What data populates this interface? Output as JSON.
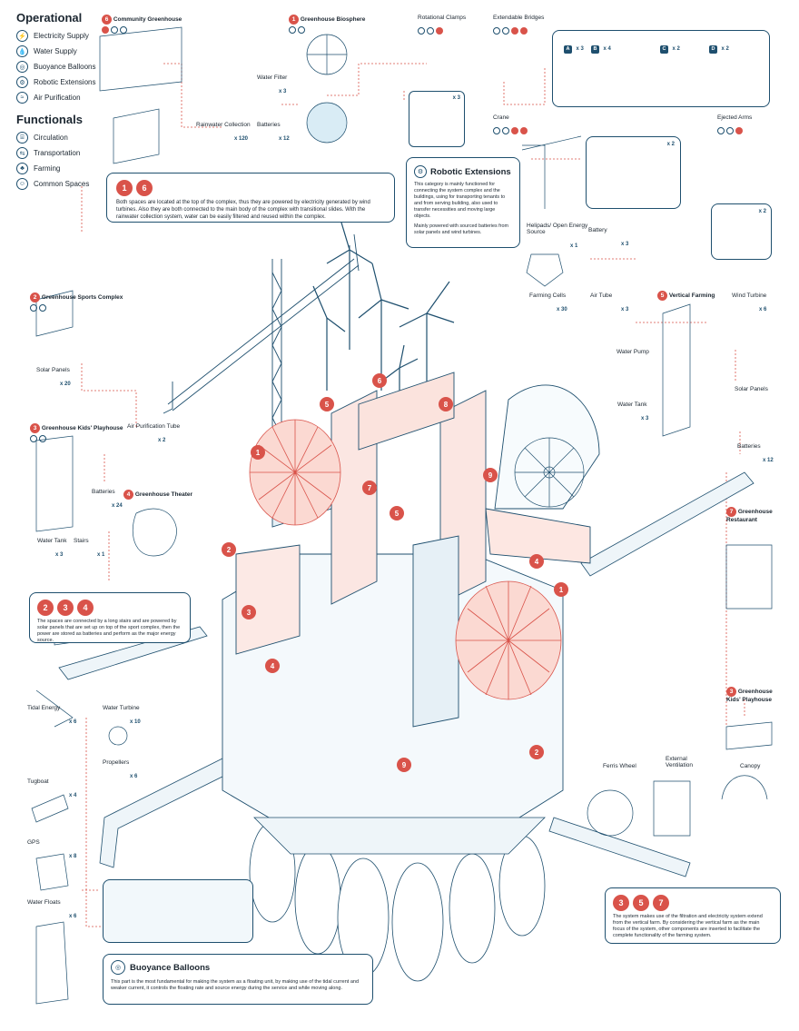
{
  "legend": {
    "operational_title": "Operational",
    "operational": [
      "Electricity Supply",
      "Water Supply",
      "Buoyance Balloons",
      "Robotic Extensions",
      "Air Purification"
    ],
    "functional_title": "Functionals",
    "functional": [
      "Circulation",
      "Transportation",
      "Farming",
      "Common Spaces"
    ]
  },
  "top": {
    "community": {
      "num": "6",
      "title": "Community Greenhouse"
    },
    "biosphere": {
      "num": "1",
      "title": "Greenhouse Biosphere"
    },
    "water_filter": {
      "label": "Water Filter",
      "qty": "x 3"
    },
    "batteries": {
      "label": "Batteries",
      "qty": "x 12"
    },
    "rainwater": {
      "label": "Rainwater Collection",
      "qty": "x 120"
    },
    "clamps": {
      "label": "Rotational Clamps",
      "qty": "x 3"
    },
    "bridges": {
      "label": "Extendable Bridges"
    },
    "bridge_types": [
      {
        "tag": "A",
        "qty": "x 3"
      },
      {
        "tag": "B",
        "qty": "x 4"
      },
      {
        "tag": "C",
        "qty": "x 2"
      },
      {
        "tag": "D",
        "qty": "x 2"
      }
    ]
  },
  "box16": {
    "nums": [
      "1",
      "6"
    ],
    "text": "Both spaces are located at the top of the complex, thus they are powered by electricity generated by wind turbines. Also they are both connected to the main body of the complex with transitional slides. With the rainwater collection system, water can be easily filtered and reused within the complex."
  },
  "robotic": {
    "title": "Robotic Extensions",
    "p1": "This category is mainly functioned for connecting the system complex and the buildings, using for transporting tenants to and from serving building, also used to transfer necessities and moving large objects.",
    "p2": "Mainly powered with sourced batteries from solar panels and wind turbines."
  },
  "right_top": {
    "crane": {
      "label": "Crane",
      "qty": "x 2"
    },
    "arms": {
      "label": "Ejected Arms",
      "qty": "x 2"
    },
    "helipad": {
      "label": "Helipads/ Open Energy Source",
      "qty": "x 1"
    },
    "battery": {
      "label": "Battery",
      "qty": "x 3"
    }
  },
  "left_mid": {
    "sports": {
      "num": "2",
      "title": "Greenhouse Sports Complex"
    },
    "solar": {
      "label": "Solar Panels",
      "qty": "x 20"
    },
    "kids": {
      "num": "3",
      "title": "Greenhouse Kids' Playhouse"
    },
    "airtube": {
      "label": "Air Purification Tube",
      "qty": "x 2"
    },
    "batteries": {
      "label": "Batteries",
      "qty": "x 24"
    },
    "theater": {
      "num": "4",
      "title": "Greenhouse Theater"
    },
    "watertank": {
      "label": "Water Tank",
      "qty": "x 3"
    },
    "stairs": {
      "label": "Stairs",
      "qty": "x 1"
    }
  },
  "box234": {
    "nums": [
      "2",
      "3",
      "4"
    ],
    "text": "The spaces are connected by a long stairs and are powered by solar panels that are set up on top of the sport complex, then the power are stored as batteries and perform as the major energy source."
  },
  "right_mid": {
    "farming_cells": {
      "label": "Farming Cells",
      "qty": "x 30"
    },
    "air_tube": {
      "label": "Air Tube",
      "qty": "x 3"
    },
    "vertical": {
      "num": "5",
      "title": "Vertical Farming"
    },
    "wind": {
      "label": "Wind Turbine",
      "qty": "x 6"
    },
    "pump": {
      "label": "Water Pump"
    },
    "tank": {
      "label": "Water Tank",
      "qty": "x 3"
    },
    "solar": {
      "label": "Solar Panels"
    },
    "batteries": {
      "label": "Batteries",
      "qty": "x 12"
    },
    "restaurant": {
      "num": "7",
      "title": "Greenhouse Restaurant"
    },
    "kids2": {
      "num": "3",
      "title": "Greenhouse Kids' Playhouse"
    },
    "ferris": {
      "label": "Ferris Wheel"
    },
    "vent": {
      "label": "External Ventilation"
    },
    "canopy": {
      "label": "Canopy"
    }
  },
  "left_bottom": {
    "tidal": {
      "label": "Tidal Energy",
      "qty": "x 6"
    },
    "turbine": {
      "label": "Water Turbine",
      "qty": "x 10"
    },
    "propellers": {
      "label": "Propellers",
      "qty": "x 6"
    },
    "tugboat": {
      "label": "Tugboat",
      "qty": "x 4"
    },
    "gps": {
      "label": "GPS",
      "qty": "x 8"
    },
    "floats": {
      "label": "Water Floats",
      "qty": "x 6"
    }
  },
  "buoyance": {
    "title": "Buoyance Balloons",
    "text": "This part is the most fundamental for making the system as a floating unit, by making use of the tidal current and weaker current, it controls the floating rate and source energy during the service and while moving along."
  },
  "box357": {
    "nums": [
      "3",
      "5",
      "7"
    ],
    "text": "The system makes use of the filtration and electricity system extend from the vertical farm. By considering the vertical farm as the main focus of the system, other components are inserted to facilitate the complete functionality of the farming system."
  },
  "map_numbers": [
    "1",
    "6",
    "5",
    "8",
    "2",
    "7",
    "9",
    "5",
    "3",
    "4",
    "4",
    "1",
    "2",
    "9"
  ],
  "colors": {
    "accent": "#d9534a",
    "line": "#1e4f6e",
    "text": "#1b2630"
  }
}
